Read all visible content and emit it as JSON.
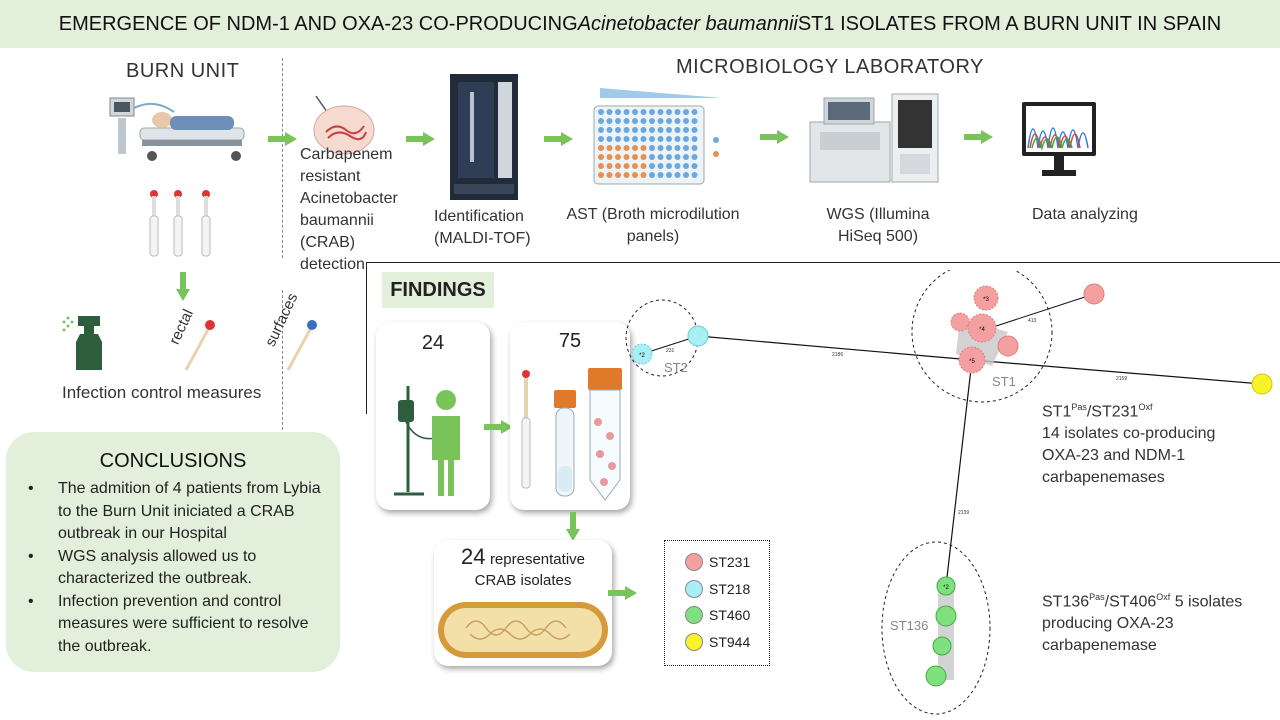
{
  "title": {
    "part1": "EMERGENCE OF NDM-1 AND OXA-23 CO-PRODUCING ",
    "italic": "Acinetobacter baumannii",
    "part2": " ST1 ISOLATES FROM A BURN UNIT IN SPAIN"
  },
  "burn_unit": {
    "title": "BURN UNIT",
    "swab_labels": [
      "rectal",
      "surfaces"
    ],
    "infection_control": "Infection control measures"
  },
  "lab": {
    "title": "MICROBIOLOGY LABORATORY",
    "steps": [
      "Carbapenem resistant Acinetobacter baumannii (CRAB) detection",
      "Identification (MALDI-TOF)",
      "AST (Broth microdilution panels)",
      "WGS (Illumina HiSeq 500)",
      "Data analyzing"
    ]
  },
  "findings": {
    "badge": "FINDINGS",
    "patients_count": "24",
    "samples_count": "75",
    "isolates_count": "24",
    "isolates_label": "representative",
    "isolates_label2": "CRAB isolates",
    "legend": [
      {
        "label": "ST231",
        "color": "#f4a0a0"
      },
      {
        "label": "ST218",
        "color": "#a8eef5"
      },
      {
        "label": "ST460",
        "color": "#7ee07e"
      },
      {
        "label": "ST944",
        "color": "#f7f22a"
      }
    ]
  },
  "tree": {
    "st1_label": "ST1",
    "st2_label": "ST2",
    "st136_label": "ST136",
    "st1_desc": {
      "a": "ST1",
      "a_sup": "Pas",
      "b": "/ST231",
      "b_sup": "Oxf",
      "line1": "14 isolates co-producing",
      "line2": "OXA-23 and NDM-1",
      "line3": "carbapenemases"
    },
    "st136_desc": {
      "a": "ST136",
      "a_sup": "Pas",
      "b": "/ST406",
      "b_sup": "Oxf",
      "c": " 5 isolates",
      "line2": "producing OXA-23",
      "line3": "carbapenemase"
    },
    "edge_labels": [
      "2186",
      "2159",
      "2139",
      "231",
      "413"
    ],
    "node_labels": [
      "*3",
      "*4",
      "*5",
      "*2",
      "*2"
    ]
  },
  "conclusions": {
    "title": "CONCLUSIONS",
    "items": [
      "The admition of 4 patients from Lybia to the Burn Unit iniciated a CRAB outbreak in our Hospital",
      "WGS analysis allowed us to characterized the outbreak.",
      "Infection prevention and control measures were sufficient to resolve the outbreak."
    ]
  }
}
